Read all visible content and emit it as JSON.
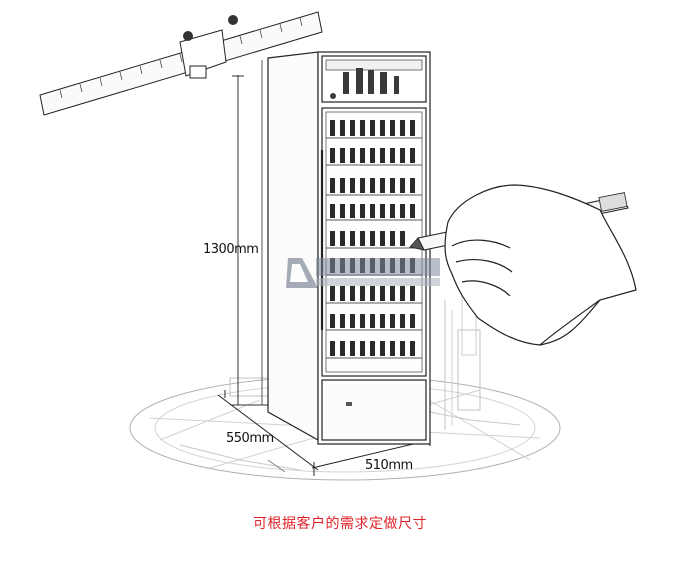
{
  "dimensions": {
    "height": "1300mm",
    "depth": "550mm",
    "width": "510mm"
  },
  "caption": "可根据客户的需求定做尺寸",
  "icons": [
    "ruler-icon",
    "pencil-icon",
    "hand-icon",
    "watermark-logo-icon"
  ],
  "colors": {
    "caption": "#e0232a",
    "line": "#222222",
    "light_line": "#b8b8b8",
    "watermark": "#6a7788"
  }
}
